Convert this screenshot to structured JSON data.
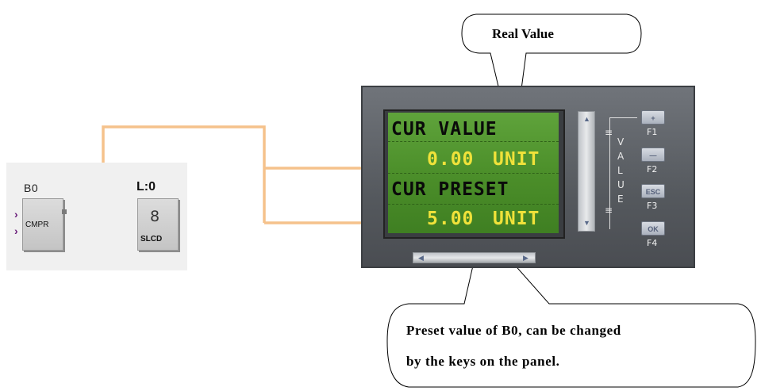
{
  "blocks": {
    "b0": {
      "name": "B0",
      "type_label": "CMPR"
    },
    "l0": {
      "name": "L:0",
      "type_label": "SLCD",
      "digit": "8"
    }
  },
  "lcd": {
    "line1": "CUR VALUE",
    "line2_value": "0.00",
    "line2_unit": "UNIT",
    "line3": "CUR PRESET",
    "line4_value": "5.00",
    "line4_unit": "UNIT"
  },
  "side_labels": [
    "≡",
    "V",
    "A",
    "L",
    "U",
    "E",
    "≡"
  ],
  "keys": [
    {
      "key": "+",
      "label": "F1"
    },
    {
      "key": "—",
      "label": "F2"
    },
    {
      "key": "ESC",
      "label": "F3"
    },
    {
      "key": "OK",
      "label": "F4"
    }
  ],
  "callouts": {
    "real_value": "Real Value",
    "preset_line1": "Preset value of B0, can be changed",
    "preset_line2": "by the keys on the panel."
  },
  "colors": {
    "wire_orange": "#f5c28c",
    "link_blue": "#2c5f9e",
    "lcd_green": "#4c8f2a",
    "lcd_yellow": "#f0e23a"
  }
}
